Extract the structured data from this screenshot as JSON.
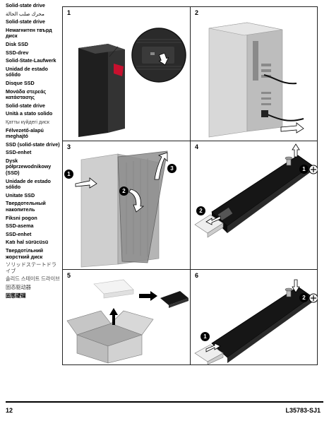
{
  "languages": [
    "Solid-state drive",
    "محرك صلب الحالة",
    "Solid-state drive",
    "Немагнитен твърд диск",
    "Disk SSD",
    "SSD-drev",
    "Solid-State-Laufwerk",
    "Unidad de estado sólido",
    "Disque SSD",
    "Μονάδα στερεάς κατάστασης",
    "Solid-state drive",
    "Unità a stato solido",
    "Қатты күйдегі диск",
    "Félvezető-alapú meghajtó",
    "SSD (solid-state drive)",
    "SSD-enhet",
    "Dysk półprzewodnikowy (SSD)",
    "Unidade de estado sólido",
    "Unitate SSD",
    "Твердотельный накопитель",
    "Fiksni pogon",
    "SSD-asema",
    "SSD-enhet",
    "Katı hal sürücüsü",
    "Твердотільний жорсткий диск",
    "ソリッドステートドライブ",
    "솔리드 스테이트 드라이브",
    "固态驱动器",
    "固態硬碟"
  ],
  "steps": [
    "1",
    "2",
    "3",
    "4",
    "5",
    "6"
  ],
  "callouts": {
    "s3": [
      "1",
      "2",
      "3"
    ],
    "s4": [
      "1",
      "2"
    ],
    "s6": [
      "2",
      "1"
    ]
  },
  "footer": {
    "page_number": "12",
    "document_code": "L35783-SJ1"
  },
  "colors": {
    "line": "#222222",
    "case_dark": "#1c1c1c",
    "case_light": "#cfcfcf",
    "ssd": "#161616",
    "accent": "#c8102e"
  }
}
